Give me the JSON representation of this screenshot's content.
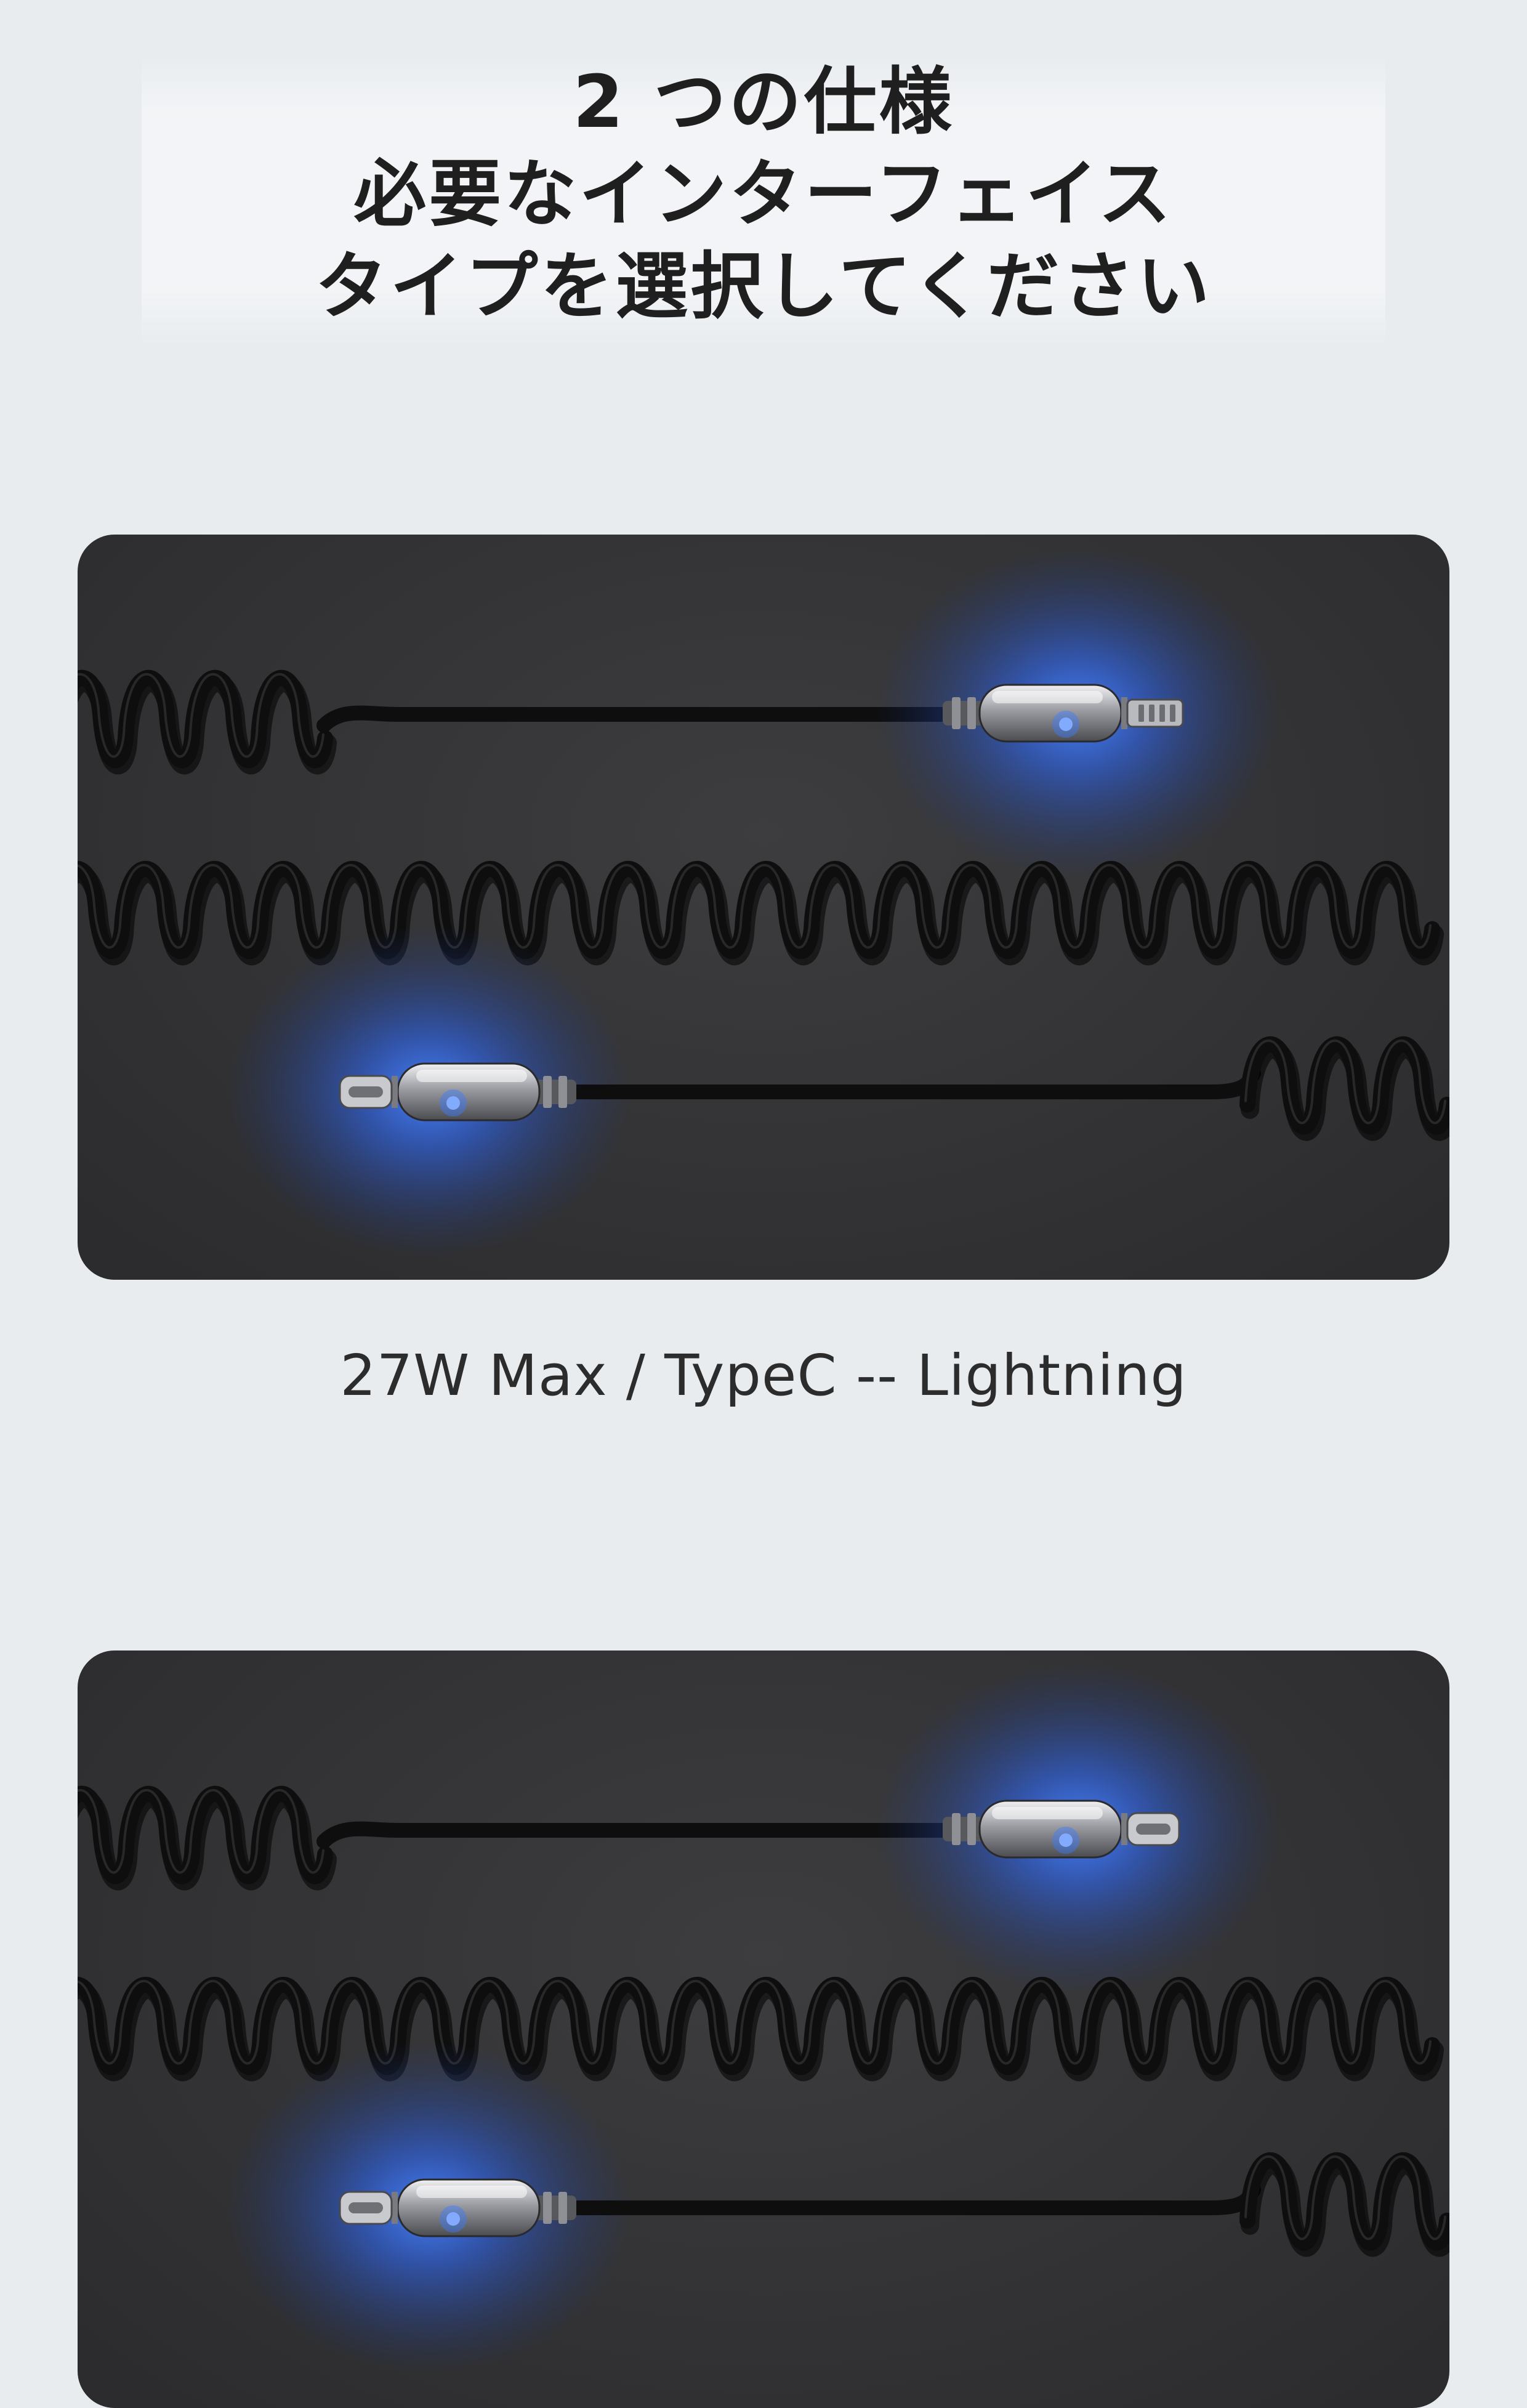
{
  "headline": {
    "line1": "2 つの仕様",
    "line2": "必要なインターフェイス",
    "line3": "タイプを選択してください"
  },
  "options": [
    {
      "caption": "27W Max / TypeC -- Lightning",
      "top_connector": "lightning",
      "bottom_connector": "usb-c"
    },
    {
      "caption": "",
      "top_connector": "usb-c",
      "bottom_connector": "usb-c"
    }
  ],
  "colors": {
    "background": "#e9ecef",
    "panel": "#333335",
    "led_glow": "#2f6bff",
    "cable": "#0e0e0e"
  },
  "icons": {
    "coil": "coiled-cable-icon",
    "plug": "connector-icon"
  }
}
